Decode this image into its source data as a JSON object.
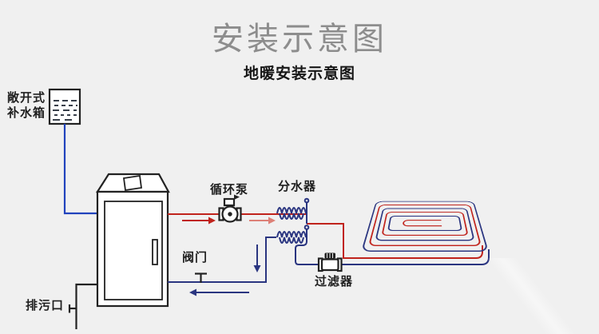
{
  "title": "安装示意图",
  "subtitle": "地暖安装示意图",
  "labels": {
    "tank_line1": "敞开式",
    "tank_line2": "补水箱",
    "pump": "循环泵",
    "manifold": "分水器",
    "valve": "阀门",
    "filter": "过滤器",
    "drain": "排污口"
  },
  "icons": {
    "tank": "water-tank-icon",
    "boiler": "boiler-icon",
    "pump": "circulation-pump-icon",
    "manifold_supply": "manifold-supply-icon",
    "manifold_return": "manifold-return-icon",
    "valve": "valve-icon",
    "filter": "filter-icon",
    "coil": "floor-heating-coil-icon"
  },
  "colors": {
    "supply": "#c0231c",
    "return": "#2a3580",
    "feed": "#2143bd",
    "outline": "#222222",
    "arrow_secondary": "#dd8077",
    "title": "#8d8d8d",
    "background": "#f0f0f0",
    "surface": "#ffffff",
    "label": "#1f1f1f"
  }
}
